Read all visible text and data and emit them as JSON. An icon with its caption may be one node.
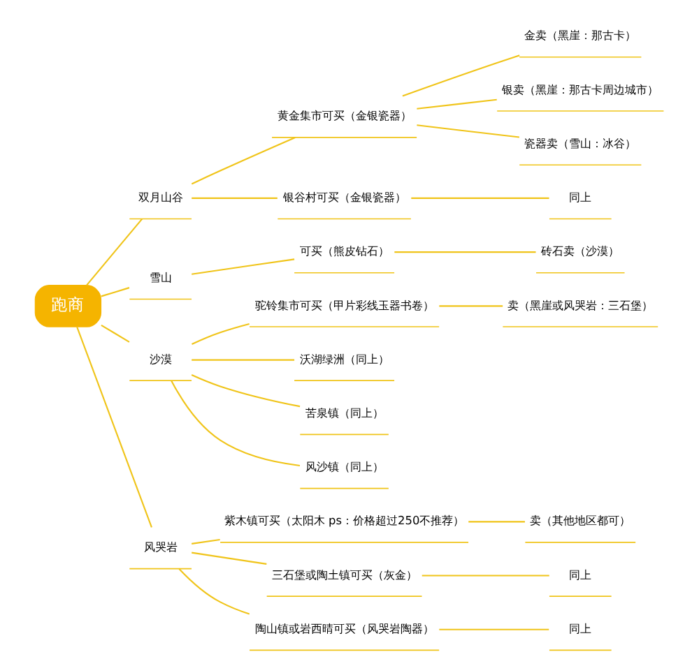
{
  "diagram": {
    "nodes": [
      {
        "text": [
          "跑商"
        ]
      },
      {
        "text": [
          "双月山谷"
        ]
      },
      {
        "text": [
          "黄金集市可买（金银瓷器）"
        ]
      },
      {
        "text": [
          "金卖（黑崖：那古卡）"
        ]
      },
      {
        "text": [
          "银卖（黑崖：那古卡周边城市）"
        ]
      },
      {
        "text": [
          "瓷器卖（雪山：冰谷）"
        ]
      },
      {
        "text": [
          "银谷村可买（金银瓷器）"
        ]
      },
      {
        "text": [
          "同上"
        ]
      },
      {
        "text": [
          "雪山"
        ]
      },
      {
        "text": [
          "可买（熊皮钻石）"
        ]
      },
      {
        "text": [
          "砖石卖（沙漠）"
        ]
      },
      {
        "text": [
          "沙漠"
        ]
      },
      {
        "text": [
          "驼铃集市可买（甲片彩线玉器书卷）"
        ]
      },
      {
        "text": [
          "卖（黑崖或风哭岩：三石堡）"
        ]
      },
      {
        "text": [
          "沃湖绿洲（同上）"
        ]
      },
      {
        "text": [
          "苦泉镇（同上）"
        ]
      },
      {
        "text": [
          "风沙镇（同上）"
        ]
      },
      {
        "text": [
          "风哭岩"
        ]
      },
      {
        "text": [
          "紫木镇可买（太阳木 ps：价格超过250不推荐）"
        ]
      },
      {
        "text": [
          "卖（其他地区都可）"
        ]
      },
      {
        "text": [
          "三石堡或陶土镇可买（灰金）"
        ]
      },
      {
        "text": [
          "同上"
        ]
      },
      {
        "text": [
          "陶山镇或岩西晴可买（风哭岩陶器）"
        ]
      },
      {
        "text": [
          "同上"
        ]
      }
    ],
    "edges": [
      {
        "from": 0,
        "to": 1,
        "arrow": "none"
      },
      {
        "from": 1,
        "to": 2,
        "arrow": "none"
      },
      {
        "from": 2,
        "to": 3,
        "arrow": "none"
      },
      {
        "from": 2,
        "to": 4,
        "arrow": "none"
      },
      {
        "from": 2,
        "to": 5,
        "arrow": "none"
      },
      {
        "from": 1,
        "to": 6,
        "arrow": "none"
      },
      {
        "from": 6,
        "to": 7,
        "arrow": "none"
      },
      {
        "from": 0,
        "to": 8,
        "arrow": "none"
      },
      {
        "from": 8,
        "to": 9,
        "arrow": "none"
      },
      {
        "from": 9,
        "to": 10,
        "arrow": "none"
      },
      {
        "from": 0,
        "to": 11,
        "arrow": "none"
      },
      {
        "from": 11,
        "to": 12,
        "arrow": "none"
      },
      {
        "from": 12,
        "to": 13,
        "arrow": "none"
      },
      {
        "from": 11,
        "to": 14,
        "arrow": "none"
      },
      {
        "from": 11,
        "to": 15,
        "arrow": "none"
      },
      {
        "from": 11,
        "to": 16,
        "arrow": "none"
      },
      {
        "from": 0,
        "to": 17,
        "arrow": "none"
      },
      {
        "from": 17,
        "to": 18,
        "arrow": "none"
      },
      {
        "from": 18,
        "to": 19,
        "arrow": "none"
      },
      {
        "from": 17,
        "to": 20,
        "arrow": "none"
      },
      {
        "from": 20,
        "to": 21,
        "arrow": "none"
      },
      {
        "from": 17,
        "to": 22,
        "arrow": "none"
      },
      {
        "from": 22,
        "to": 23,
        "arrow": "none"
      }
    ]
  }
}
